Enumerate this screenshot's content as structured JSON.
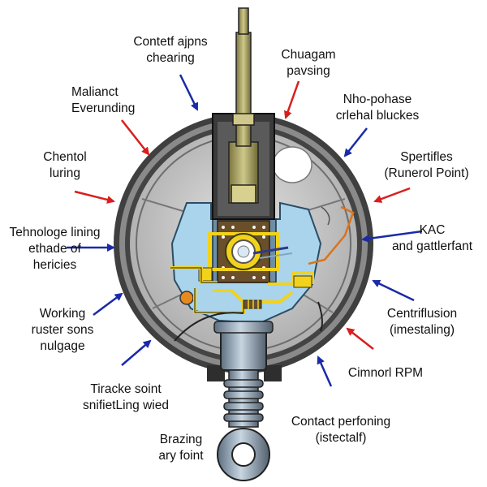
{
  "labels": {
    "top_left_1": "Contetf ajpns\nchearing",
    "top_right_1": "Chuagam\npavsing",
    "left_1": "Malianct\nEverunding",
    "right_1": "Nho-pohase\ncrlehal bluckes",
    "left_2": "Chentol\nluring",
    "right_2": "Spertifles\n(Runerol Point)",
    "left_3": "Tehnologe lining\nethade of\nhericies",
    "right_3": "KAC\nand gattlerfant",
    "left_4": "Working\nruster sons\nnulgage",
    "right_4": "Centriflusion\n(imestaling)",
    "left_5": "Tiracke soint\nsnifietLing wied",
    "right_5": "Cimnorl RPM",
    "bottom_left": "Brazing\nary foint",
    "bottom_right": "Contact perfoning\n(istectalf)"
  },
  "colors": {
    "arrow_red": "#d81e1e",
    "arrow_blue": "#1a2aa8",
    "housing_dark": "#4a4a4a",
    "housing_face": "#bfbfbf",
    "core_blue": "#a9d4ec",
    "circuit_yellow": "#f2d21b",
    "shaft_olive": "#a8a058",
    "coil_brown": "#6b4f2a",
    "wire_orange": "#d9741b",
    "stem_steel": "#8aa0b4"
  }
}
